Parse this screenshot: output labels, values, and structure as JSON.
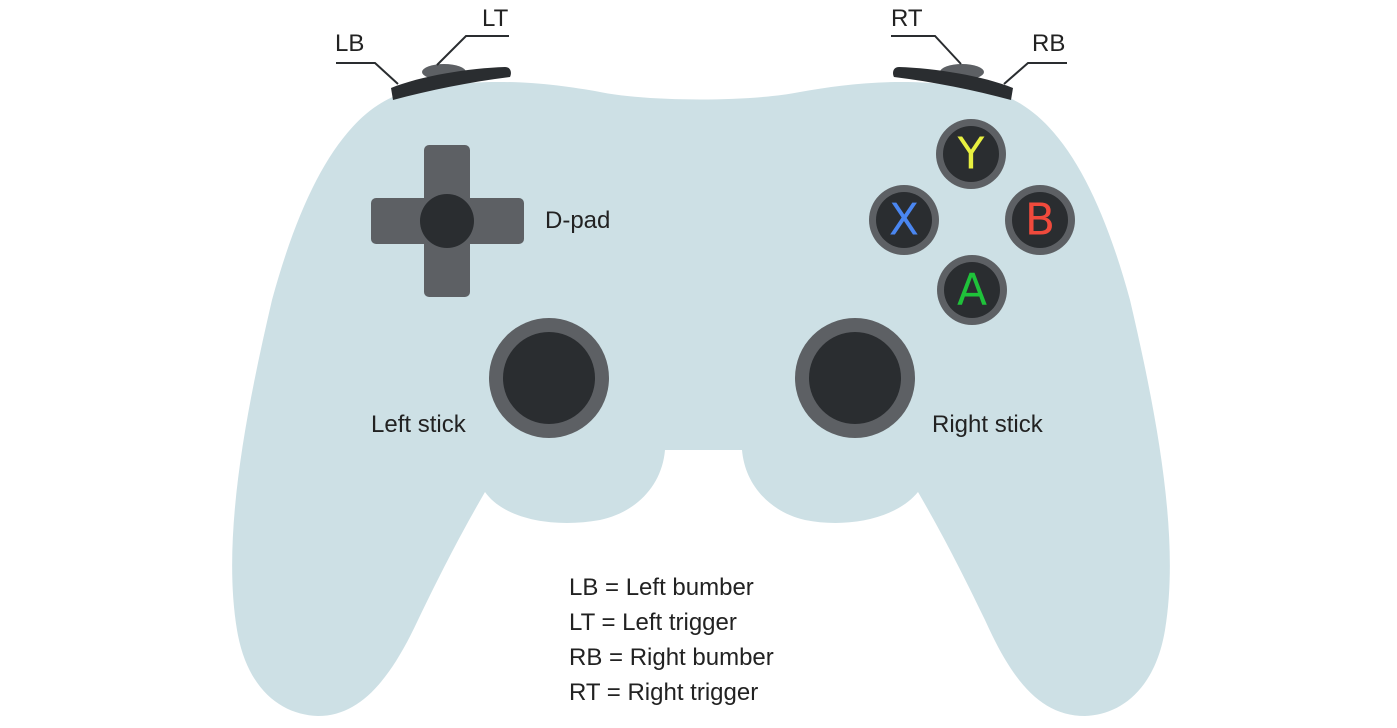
{
  "colors": {
    "body": "#cde0e5",
    "dark": "#2a2d30",
    "mid": "#5d6064",
    "text": "#222222",
    "y_button": "#e8f040",
    "x_button": "#4a86f0",
    "b_button": "#f04a3c",
    "a_button": "#1fc23a"
  },
  "labels": {
    "lb": "LB",
    "lt": "LT",
    "rt": "RT",
    "rb": "RB",
    "dpad": "D-pad",
    "left_stick": "Left stick",
    "right_stick": "Right stick"
  },
  "face_buttons": {
    "y": "Y",
    "x": "X",
    "b": "B",
    "a": "A"
  },
  "legend": [
    "LB = Left bumber",
    "LT = Left trigger",
    "RB = Right bumber",
    "RT = Right trigger"
  ],
  "icons": {
    "controller": "gamepad-icon",
    "dpad": "dpad-icon",
    "sticks": "joystick-icon"
  }
}
